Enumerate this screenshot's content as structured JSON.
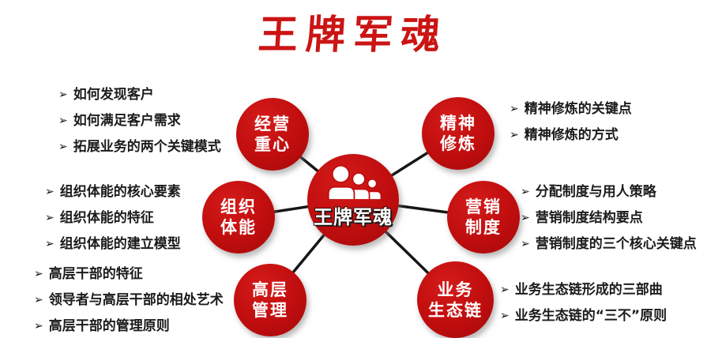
{
  "title": "王牌军魂",
  "bullet_glyph": "➢",
  "hub": {
    "label": "王牌军魂",
    "icon": "people-icon"
  },
  "colors": {
    "circle_red": "#c00d0e",
    "title_red": "#cb1414",
    "line_black": "#161616",
    "text_black": "#1b1b1b"
  },
  "nodes": {
    "top_left": {
      "line1": "经营",
      "line2": "重心"
    },
    "top_right": {
      "line1": "精神",
      "line2": "修炼"
    },
    "mid_left": {
      "line1": "组织",
      "line2": "体能"
    },
    "mid_right": {
      "line1": "营销",
      "line2": "制度"
    },
    "bottom_left": {
      "line1": "高层",
      "line2": "管理"
    },
    "bottom_right": {
      "line1": "业务",
      "line2": "生态链"
    }
  },
  "lists": {
    "top_left": {
      "items": [
        "如何发现客户",
        "如何满足客户需求",
        "拓展业务的两个关键模式"
      ]
    },
    "mid_left": {
      "items": [
        "组织体能的核心要素",
        "组织体能的特征",
        "组织体能的建立模型"
      ]
    },
    "bottom_left": {
      "items": [
        "高层干部的特征",
        "领导者与高层干部的相处艺术",
        "高层干部的管理原则"
      ]
    },
    "top_right": {
      "items": [
        "精神修炼的关键点",
        "精神修炼的方式"
      ]
    },
    "mid_right": {
      "items": [
        "分配制度与用人策略",
        "营销制度结构要点",
        "营销制度的三个核心关键点"
      ]
    },
    "bottom_right": {
      "items": [
        "业务生态链形成的三部曲",
        "业务生态链的“三不”原则"
      ]
    }
  }
}
